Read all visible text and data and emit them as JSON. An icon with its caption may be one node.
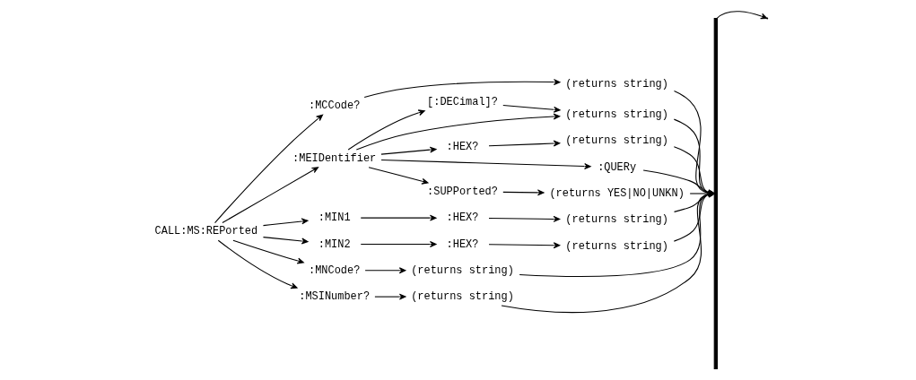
{
  "diagram": {
    "nodes": [
      {
        "text": [
          "CALL:MS:REPorted"
        ]
      },
      {
        "text": [
          ":MCCode?"
        ]
      },
      {
        "text": [
          "(returns string)"
        ]
      },
      {
        "text": [
          ":MEIDentifier"
        ]
      },
      {
        "text": [
          "[:DECimal]?"
        ]
      },
      {
        "text": [
          "(returns string)"
        ]
      },
      {
        "text": [
          ":HEX?"
        ]
      },
      {
        "text": [
          "(returns string)"
        ]
      },
      {
        "text": [
          ":QUERy"
        ]
      },
      {
        "text": [
          ":SUPPorted?"
        ]
      },
      {
        "text": [
          "(returns YES|NO|UNKN)"
        ]
      },
      {
        "text": [
          ":MIN1"
        ]
      },
      {
        "text": [
          ":HEX?"
        ]
      },
      {
        "text": [
          "(returns string)"
        ]
      },
      {
        "text": [
          ":MIN2"
        ]
      },
      {
        "text": [
          ":HEX?"
        ]
      },
      {
        "text": [
          "(returns string)"
        ]
      },
      {
        "text": [
          ":MNCode?"
        ]
      },
      {
        "text": [
          "(returns string)"
        ]
      },
      {
        "text": [
          ":MSINumber?"
        ]
      },
      {
        "text": [
          "(returns string)"
        ]
      },
      {
        "text": [],
        "shape": "bar"
      }
    ],
    "edges": [
      {
        "from": 0,
        "to": 1,
        "arrow": "to"
      },
      {
        "from": 1,
        "to": 2,
        "arrow": "to"
      },
      {
        "from": 2,
        "to": 21,
        "arrow": "to"
      },
      {
        "from": 0,
        "to": 3,
        "arrow": "to"
      },
      {
        "from": 3,
        "to": 4,
        "arrow": "to"
      },
      {
        "from": 4,
        "to": 5,
        "arrow": "to"
      },
      {
        "from": 3,
        "to": 5,
        "arrow": "to"
      },
      {
        "from": 5,
        "to": 21,
        "arrow": "to"
      },
      {
        "from": 3,
        "to": 6,
        "arrow": "to"
      },
      {
        "from": 6,
        "to": 7,
        "arrow": "to"
      },
      {
        "from": 7,
        "to": 21,
        "arrow": "to"
      },
      {
        "from": 3,
        "to": 8,
        "arrow": "to"
      },
      {
        "from": 8,
        "to": 21,
        "arrow": "to"
      },
      {
        "from": 3,
        "to": 9,
        "arrow": "to"
      },
      {
        "from": 9,
        "to": 10,
        "arrow": "to"
      },
      {
        "from": 10,
        "to": 21,
        "arrow": "to"
      },
      {
        "from": 0,
        "to": 11,
        "arrow": "to"
      },
      {
        "from": 11,
        "to": 12,
        "arrow": "to"
      },
      {
        "from": 12,
        "to": 13,
        "arrow": "to"
      },
      {
        "from": 13,
        "to": 21,
        "arrow": "to"
      },
      {
        "from": 0,
        "to": 14,
        "arrow": "to"
      },
      {
        "from": 14,
        "to": 15,
        "arrow": "to"
      },
      {
        "from": 15,
        "to": 16,
        "arrow": "to"
      },
      {
        "from": 16,
        "to": 21,
        "arrow": "to"
      },
      {
        "from": 0,
        "to": 17,
        "arrow": "to"
      },
      {
        "from": 17,
        "to": 18,
        "arrow": "to"
      },
      {
        "from": 18,
        "to": 21,
        "arrow": "to"
      },
      {
        "from": 0,
        "to": 19,
        "arrow": "to"
      },
      {
        "from": 19,
        "to": 20,
        "arrow": "to"
      },
      {
        "from": 20,
        "to": 21,
        "arrow": "to"
      },
      {
        "from": 21,
        "to": null,
        "arrow": "to"
      }
    ]
  }
}
